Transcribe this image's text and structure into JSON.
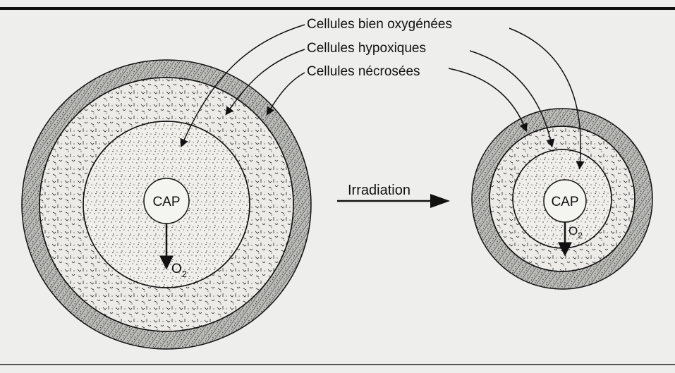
{
  "labels": {
    "well_oxygenated": "Cellules bien oxygénées",
    "hypoxic": "Cellules hypoxiques",
    "necrotic": "Cellules nécrosées"
  },
  "arrow_label": "Irradiation",
  "capillary_label": "CAP",
  "oxygen_label_main": "O",
  "oxygen_label_sub": "2",
  "colors": {
    "paper": "#eeeeec",
    "ink": "#111111"
  }
}
